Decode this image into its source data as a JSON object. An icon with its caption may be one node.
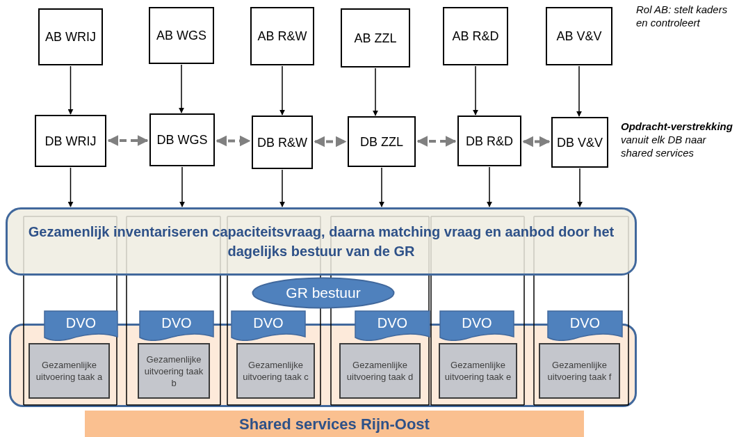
{
  "diagram": {
    "nodes": [
      {
        "text": [
          "AB WRIJ"
        ]
      },
      {
        "text": [
          "AB WGS"
        ]
      },
      {
        "text": [
          "AB R&W"
        ]
      },
      {
        "text": [
          "AB ZZL"
        ]
      },
      {
        "text": [
          "AB R&D"
        ]
      },
      {
        "text": [
          "AB V&V"
        ]
      },
      {
        "text": [
          "DB WRIJ"
        ]
      },
      {
        "text": [
          "DB WGS"
        ]
      },
      {
        "text": [
          "DB R&W"
        ]
      },
      {
        "text": [
          "DB ZZL"
        ]
      },
      {
        "text": [
          "DB R&D"
        ]
      },
      {
        "text": [
          "DB V&V"
        ]
      },
      {
        "text": [
          "Gezamenlijk inventariseren capaciteitsvraag, daarna matching vraag en aanbod door het dagelijks bestuur van de GR"
        ]
      },
      {
        "text": [
          "GR bestuur"
        ]
      },
      {
        "text": [],
        "shape": "box"
      },
      {
        "text": [
          "DVO"
        ]
      },
      {
        "text": [
          "Gezamenlijke uitvoering taak a"
        ],
        "in": 14
      },
      {
        "text": [
          "DVO"
        ]
      },
      {
        "text": [
          "Gezamenlijke uitvoering taak b"
        ],
        "in": 14
      },
      {
        "text": [
          "DVO"
        ]
      },
      {
        "text": [
          "Gezamenlijke uitvoering taak c"
        ],
        "in": 14
      },
      {
        "text": [
          "DVO"
        ]
      },
      {
        "text": [
          "Gezamenlijke uitvoering taak d"
        ],
        "in": 14
      },
      {
        "text": [
          "DVO"
        ]
      },
      {
        "text": [
          "Gezamenlijke uitvoering taak e"
        ],
        "in": 14
      },
      {
        "text": [
          "DVO"
        ]
      },
      {
        "text": [
          "Gezamenlijke uitvoering taak f"
        ],
        "in": 14
      },
      {
        "text": [
          "Shared services Rijn-Oost"
        ]
      }
    ],
    "edges": [
      {
        "from": 0,
        "to": 6,
        "arrow": "to"
      },
      {
        "from": 1,
        "to": 7,
        "arrow": "to"
      },
      {
        "from": 2,
        "to": 8,
        "arrow": "to"
      },
      {
        "from": 3,
        "to": 9,
        "arrow": "to"
      },
      {
        "from": 4,
        "to": 10,
        "arrow": "to"
      },
      {
        "from": 5,
        "to": 11,
        "arrow": "to"
      },
      {
        "from": 6,
        "to": 7,
        "arrow": "both",
        "style": "dashed",
        "color": "#808080"
      },
      {
        "from": 7,
        "to": 8,
        "arrow": "both",
        "style": "dashed",
        "color": "#808080"
      },
      {
        "from": 8,
        "to": 9,
        "arrow": "both",
        "style": "dashed",
        "color": "#808080"
      },
      {
        "from": 9,
        "to": 10,
        "arrow": "both",
        "style": "dashed",
        "color": "#808080"
      },
      {
        "from": 10,
        "to": 11,
        "arrow": "both",
        "style": "dashed",
        "color": "#808080"
      },
      {
        "from": 6,
        "to": 12,
        "arrow": "to"
      },
      {
        "from": 7,
        "to": 12,
        "arrow": "to"
      },
      {
        "from": 8,
        "to": 12,
        "arrow": "to"
      },
      {
        "from": 9,
        "to": 12,
        "arrow": "to"
      },
      {
        "from": 10,
        "to": 12,
        "arrow": "to"
      },
      {
        "from": 11,
        "to": 12,
        "arrow": "to"
      }
    ],
    "labels": [
      "Rol AB: stelt kaders en controleert",
      "**Opdracht-verstrekking** vanuit elk DB naar shared services"
    ]
  }
}
